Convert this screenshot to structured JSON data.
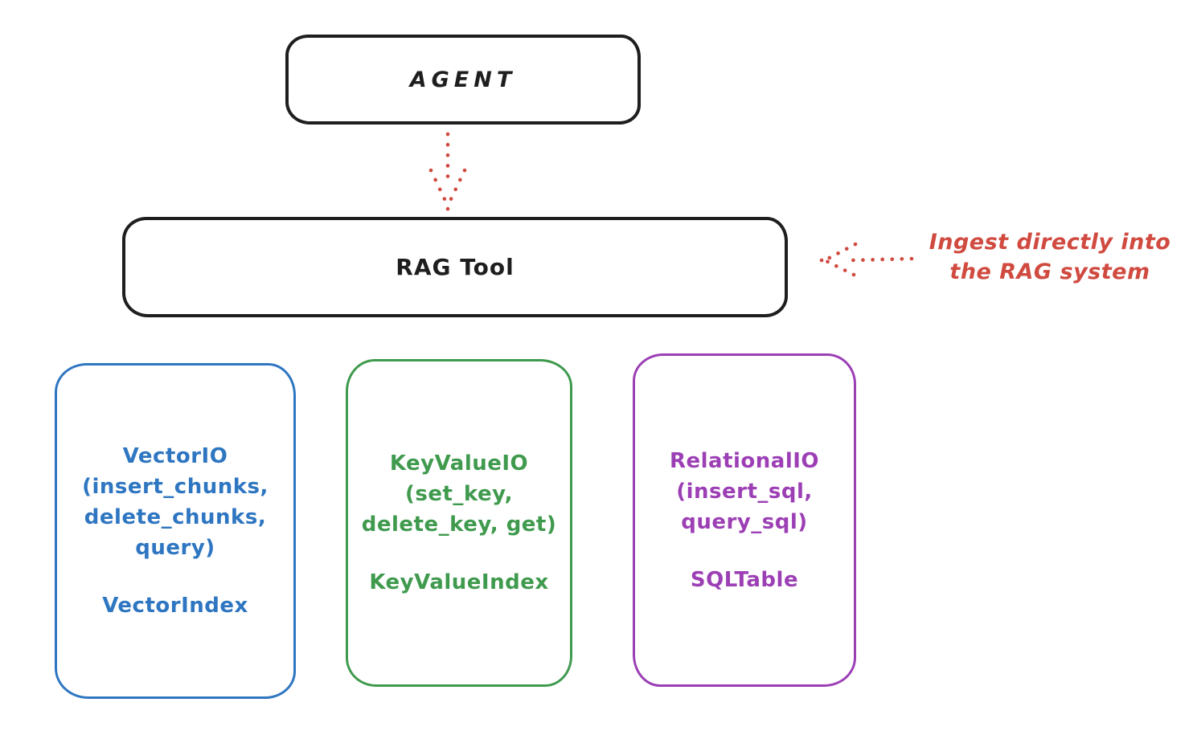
{
  "colors": {
    "ink": "#1e1e1e",
    "red": "#d04a40",
    "blue": "#2e76c1",
    "green": "#3f9a4e",
    "purple": "#9c3fb5"
  },
  "nodes": {
    "agent": {
      "label": "AGENT"
    },
    "rag_tool": {
      "label": "RAG Tool"
    },
    "vector_io": {
      "lines": [
        "VectorIO",
        "(insert_chunks,",
        "delete_chunks,",
        "query)"
      ],
      "index_label": "VectorIndex",
      "color": "#2e76c1"
    },
    "key_value_io": {
      "lines": [
        "KeyValueIO",
        "(set_key,",
        "delete_key, get)"
      ],
      "index_label": "KeyValueIndex",
      "color": "#3f9a4e"
    },
    "relational_io": {
      "lines": [
        "RelationalIO",
        "(insert_sql,",
        "query_sql)"
      ],
      "index_label": "SQLTable",
      "color": "#9c3fb5"
    }
  },
  "annotation": {
    "line1": "Ingest directly into",
    "line2": "the RAG system",
    "color": "#d04a40"
  },
  "arrows": {
    "agent_to_rag": "dotted-down-arrow",
    "annotation_to_rag": "dotted-left-arrow"
  }
}
